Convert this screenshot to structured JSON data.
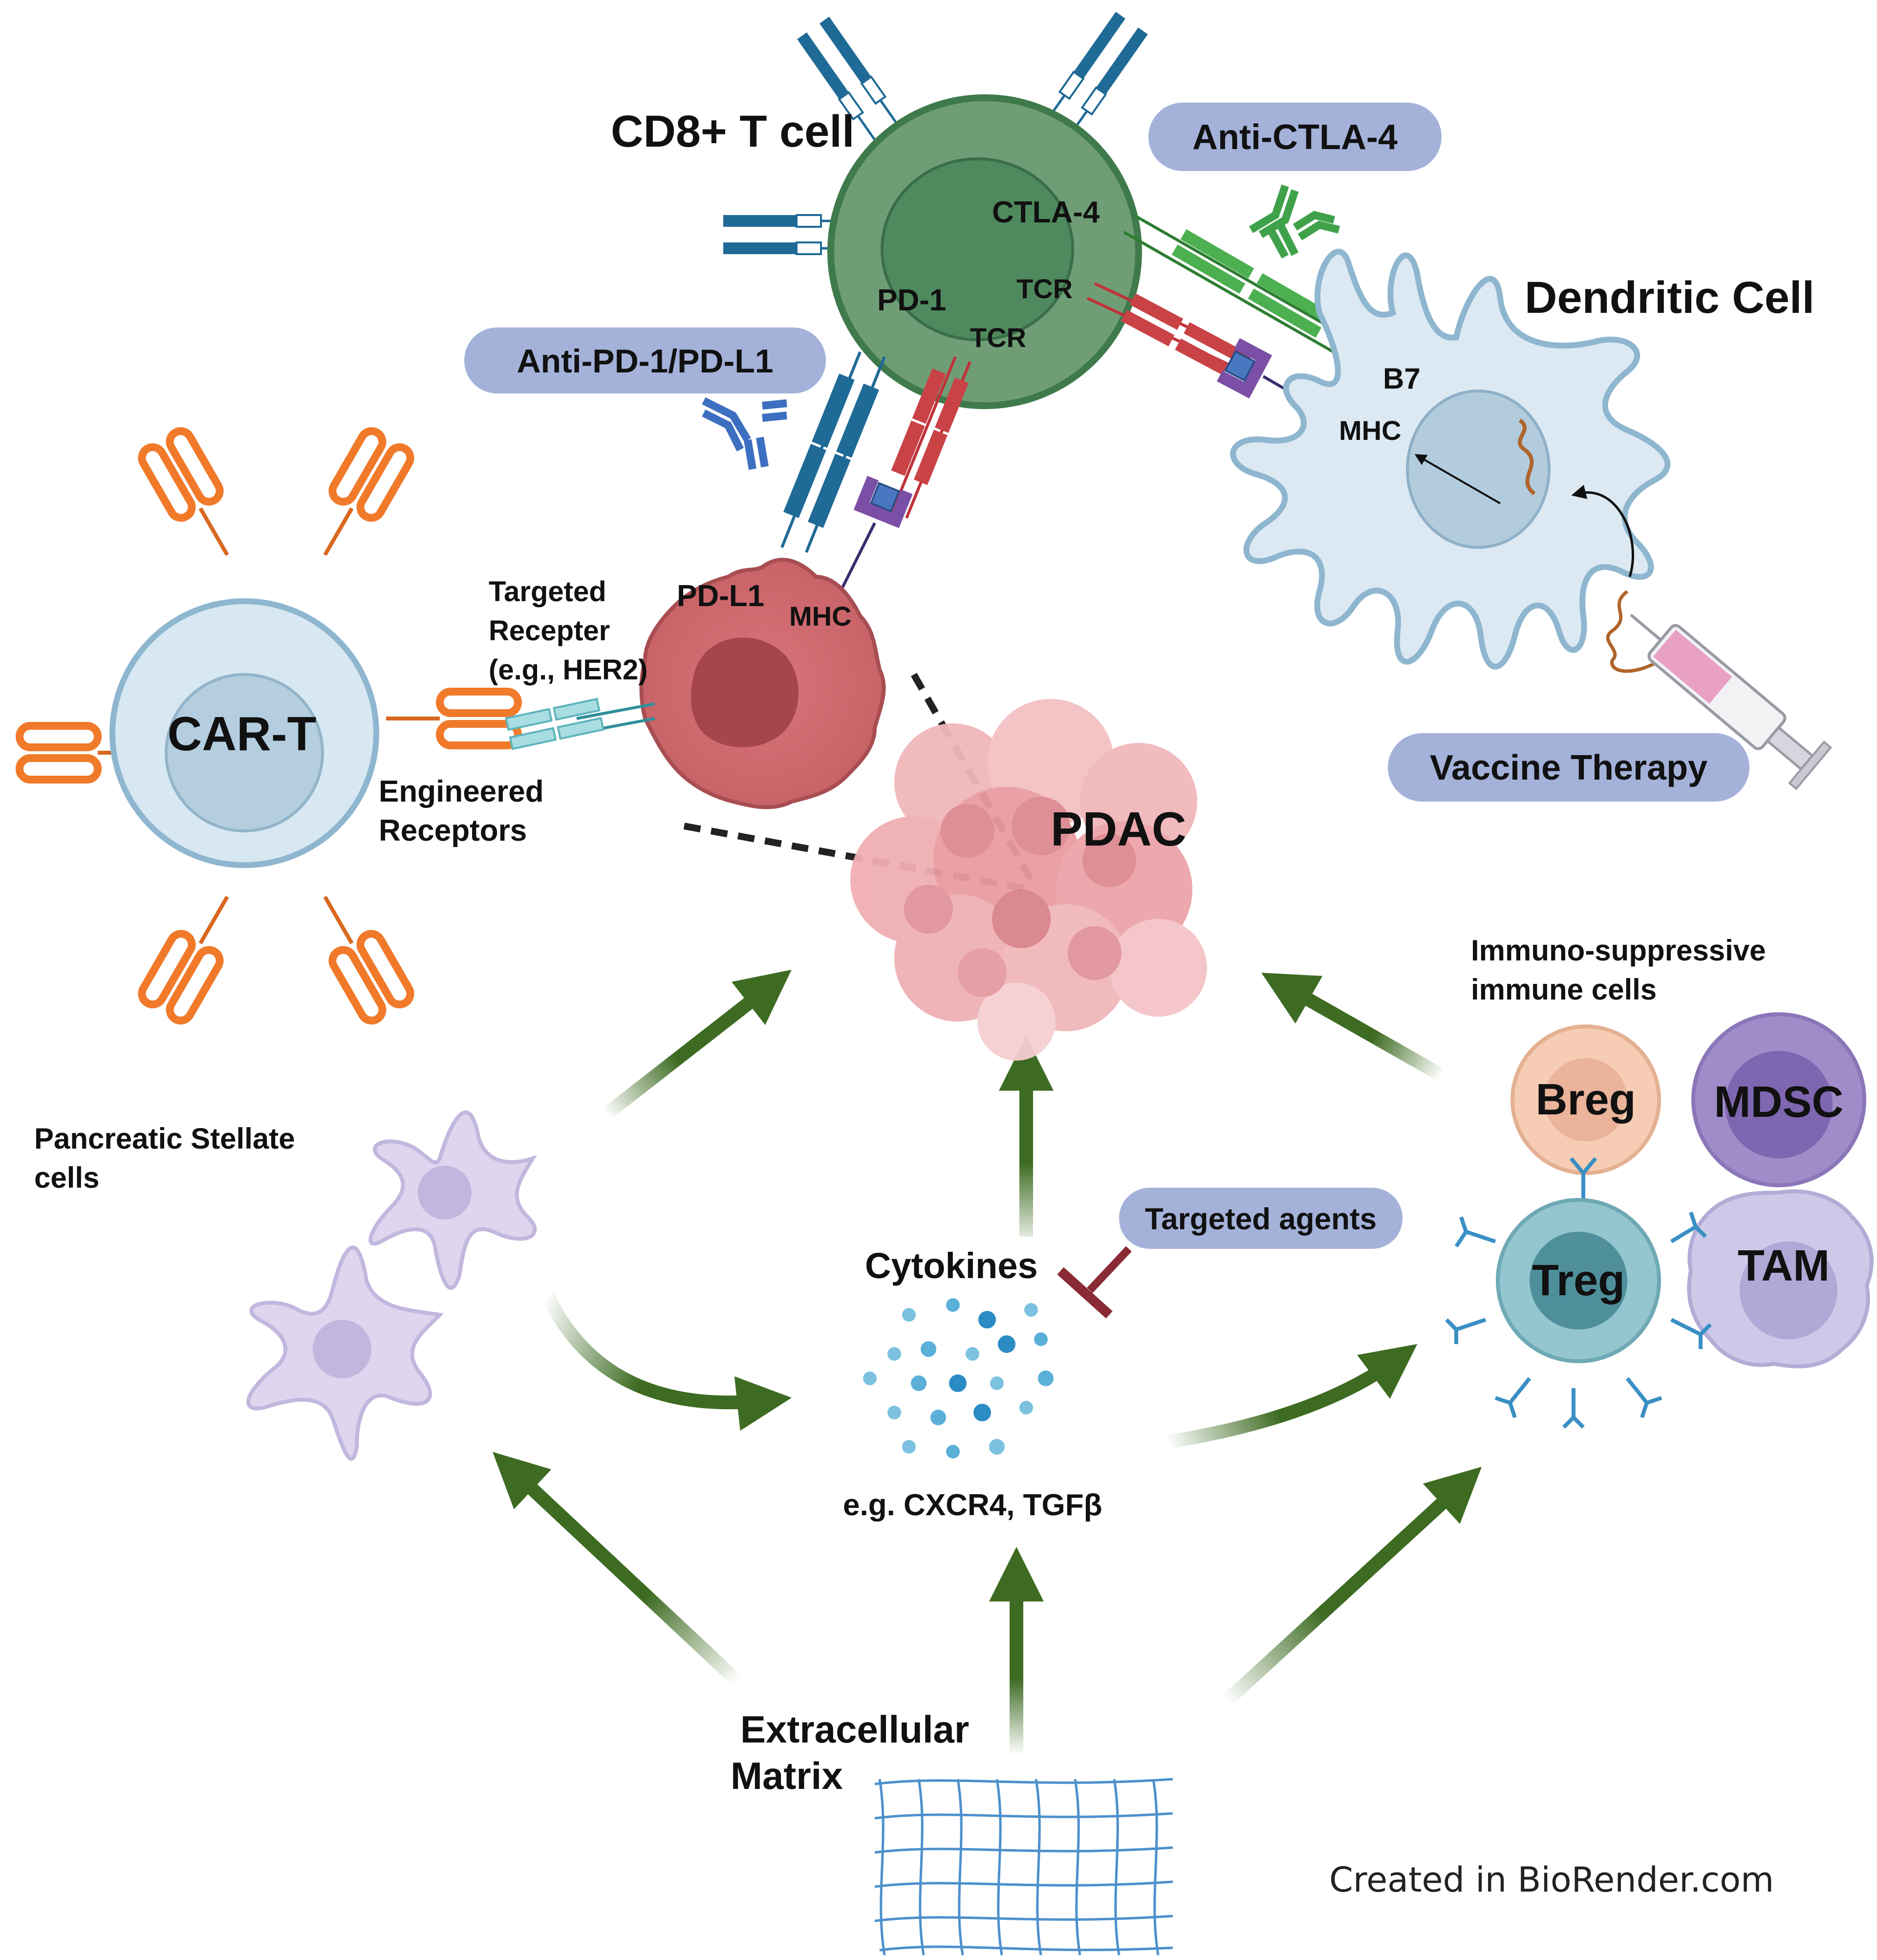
{
  "cells": {
    "cd8": "CD8+ T cell",
    "dendritic": "Dendritic Cell",
    "cart": "CAR-T",
    "pdac": "PDAC",
    "breg": "Breg",
    "mdsc": "MDSC",
    "treg": "Treg",
    "tam": "TAM"
  },
  "receptors": {
    "ctla4": "CTLA-4",
    "tcr": "TCR",
    "pd1": "PD-1",
    "b7": "B7",
    "mhc": "MHC",
    "pdl1": "PD-L1"
  },
  "therapies": {
    "anti_ctla4": "Anti-CTLA-4",
    "anti_pd1": "Anti-PD-1/PD-L1",
    "vaccine": "Vaccine Therapy",
    "targeted_agents": "Targeted agents"
  },
  "labels": {
    "targeted_receptor": [
      "Targeted",
      "Recepter",
      "(e.g., HER2)"
    ],
    "engineered": [
      "Engineered",
      "Receptors"
    ],
    "stellate": [
      "Pancreatic Stellate",
      "cells"
    ],
    "immunosuppressive": [
      "Immuno-suppressive",
      "immune cells"
    ],
    "cytokines": "Cytokines",
    "cytokine_examples": "e.g. CXCR4, TGFβ",
    "ecm": [
      "Extracellular",
      "Matrix"
    ],
    "credit": "Created in BioRender.com"
  },
  "colors": {
    "arrow": "#3d6b22",
    "pill": "#a4b2da",
    "tcell": "#6f9e76",
    "dendritic": "#d8e8f2",
    "tumor": "#c9696d",
    "cart_receptor": "#f07a2a",
    "stellate": "#ddd6ee",
    "breg": "#f6cdb4",
    "mdsc": "#9b86c8",
    "treg": "#94c6cf",
    "tam": "#ccc8e6"
  }
}
